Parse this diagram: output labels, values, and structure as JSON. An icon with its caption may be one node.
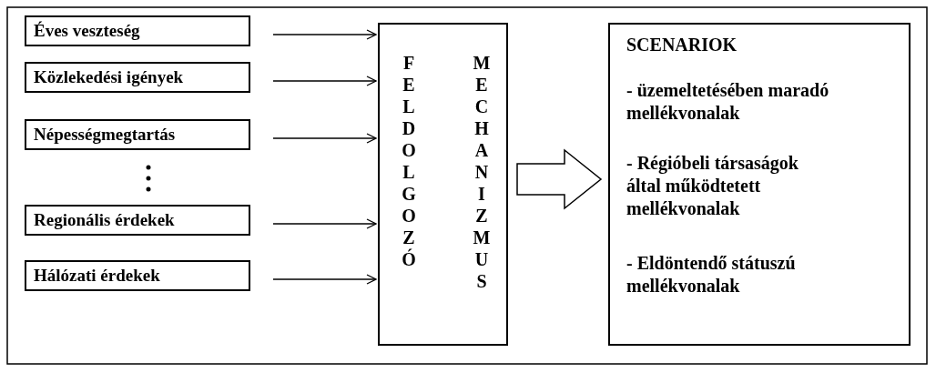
{
  "diagram": {
    "nodes": [
      {
        "text": [
          "Éves veszteség"
        ]
      },
      {
        "text": [
          "Közlekedési igények"
        ]
      },
      {
        "text": [
          "Népességmegtartás"
        ]
      },
      {
        "text": [
          "Regionális érdekek"
        ]
      },
      {
        "text": [
          "Hálózati érdekek"
        ]
      },
      {
        "text": [
          "FELDOLGOZÓ",
          "MECHANIZMUS"
        ]
      },
      {
        "text": [
          "SCENARIOK",
          "- üzemeltetésében maradó mellékvonalak",
          "- Régióbeli társaságok által működtetett mellékvonalak",
          "- Eldöntendő státuszú mellékvonalak"
        ]
      }
    ],
    "edges": [
      {
        "from": 0,
        "to": 5,
        "arrow": "to"
      },
      {
        "from": 1,
        "to": 5,
        "arrow": "to"
      },
      {
        "from": 2,
        "to": 5,
        "arrow": "to"
      },
      {
        "from": 3,
        "to": 5,
        "arrow": "to"
      },
      {
        "from": 4,
        "to": 5,
        "arrow": "to"
      },
      {
        "from": 5,
        "to": 6,
        "arrow": "to",
        "style": "thick"
      }
    ]
  }
}
